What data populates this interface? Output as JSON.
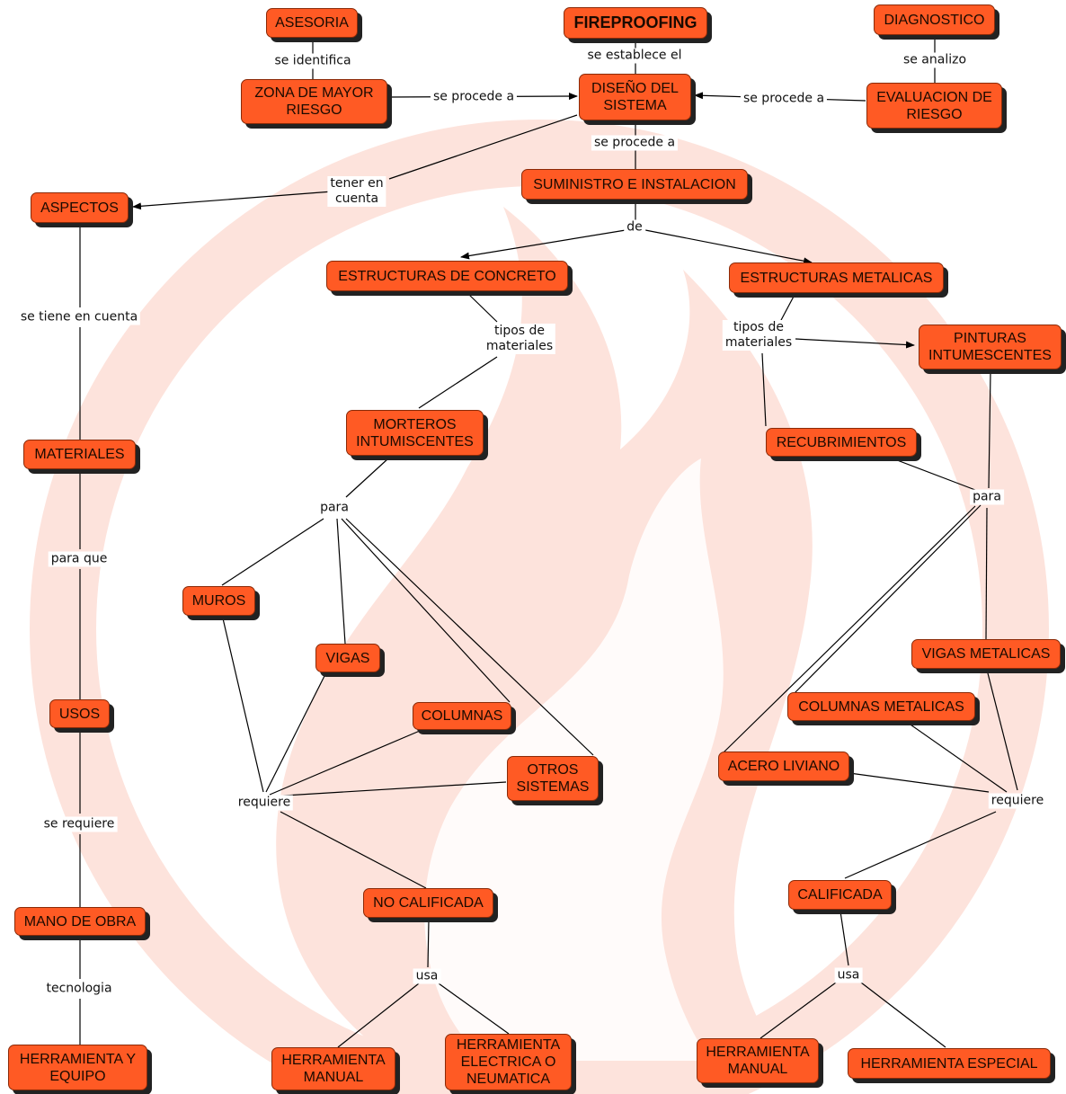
{
  "colors": {
    "node_fill": "#ff5a24",
    "node_shadow": "#222222",
    "watermark": "#fde3dc",
    "line": "#000000"
  },
  "watermark_icon": "fire-ring-icon",
  "nodes": {
    "fireproofing": "FIREPROOFING",
    "asesoria": "ASESORIA",
    "diagnostico": "DIAGNOSTICO",
    "zona": "ZONA DE MAYOR\nRIESGO",
    "diseno": "DISEÑO DEL\nSISTEMA",
    "evaluacion": "EVALUACION DE\nRIESGO",
    "suministro": "SUMINISTRO E INSTALACION",
    "aspectos": "ASPECTOS",
    "concreto": "ESTRUCTURAS DE CONCRETO",
    "metalicas": "ESTRUCTURAS METALICAS",
    "pinturas": "PINTURAS\nINTUMESCENTES",
    "morteros": "MORTEROS\nINTUMISCENTES",
    "recubrimientos": "RECUBRIMIENTOS",
    "materiales": "MATERIALES",
    "muros": "MUROS",
    "vigas": "VIGAS",
    "columnas": "COLUMNAS",
    "otros": "OTROS\nSISTEMAS",
    "vigas_met": "VIGAS METALICAS",
    "columnas_met": "COLUMNAS METALICAS",
    "acero": "ACERO LIVIANO",
    "usos": "USOS",
    "no_calificada": "NO CALIFICADA",
    "calificada": "CALIFICADA",
    "mano_obra": "MANO DE OBRA",
    "herr_equipo": "HERRAMIENTA Y\nEQUIPO",
    "herr_manual_1": "HERRAMIENTA\nMANUAL",
    "herr_electrica": "HERRAMIENTA\nELECTRICA O\nNEUMATICA",
    "herr_manual_2": "HERRAMIENTA\nMANUAL",
    "herr_especial": "HERRAMIENTA ESPECIAL"
  },
  "labels": {
    "se_identifica": "se identifica",
    "se_establece": "se establece el",
    "se_analizo": "se analizo",
    "procede_1": "se procede a",
    "procede_2": "se procede a",
    "procede_3": "se procede a",
    "tener_en_cuenta": "tener en\ncuenta",
    "de": "de",
    "tipos_1": "tipos de\nmateriales",
    "tipos_2": "tipos de\nmateriales",
    "se_tiene": "se tiene en cuenta",
    "para_1": "para",
    "para_2": "para",
    "para_que": "para que",
    "requiere_1": "requiere",
    "requiere_2": "requiere",
    "se_requiere": "se requiere",
    "usa_1": "usa",
    "usa_2": "usa",
    "tecnologia": "tecnologia"
  }
}
